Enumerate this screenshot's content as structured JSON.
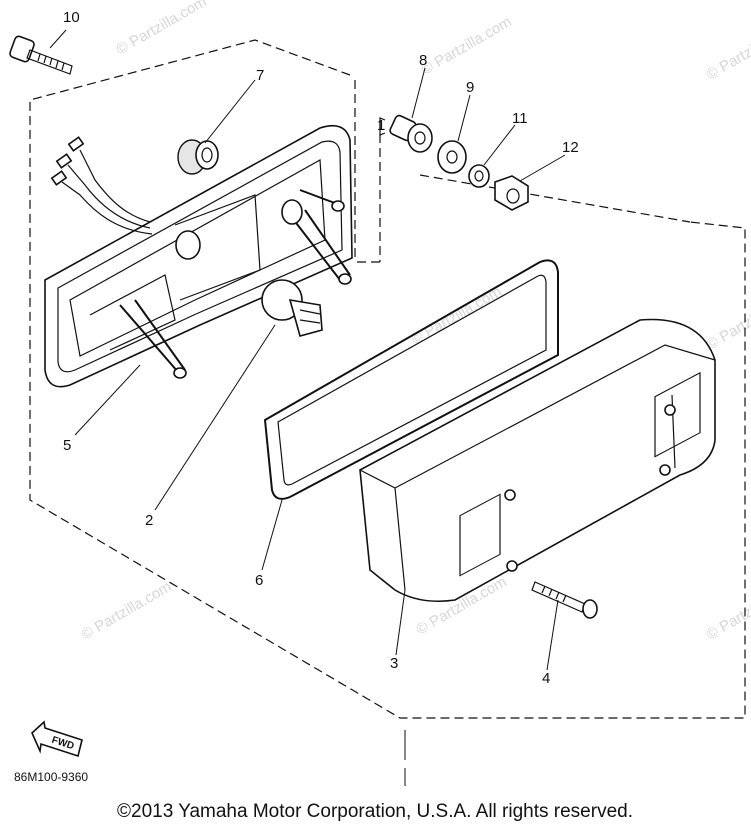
{
  "watermark": "© Partzilla.com",
  "callouts": [
    {
      "id": "1",
      "label": "1"
    },
    {
      "id": "2",
      "label": "2"
    },
    {
      "id": "3",
      "label": "3"
    },
    {
      "id": "4",
      "label": "4"
    },
    {
      "id": "5",
      "label": "5"
    },
    {
      "id": "6",
      "label": "6"
    },
    {
      "id": "7",
      "label": "7"
    },
    {
      "id": "8",
      "label": "8"
    },
    {
      "id": "9",
      "label": "9"
    },
    {
      "id": "10",
      "label": "10"
    },
    {
      "id": "11",
      "label": "11"
    },
    {
      "id": "12",
      "label": "12"
    }
  ],
  "fwd_label": "FWD",
  "diagram_code": "86M100-9360",
  "copyright": "©2013 Yamaha Motor Corporation, U.S.A. All rights reserved."
}
